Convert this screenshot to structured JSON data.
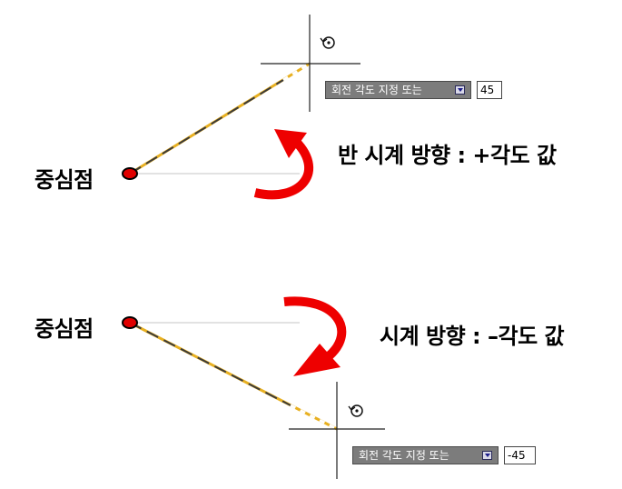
{
  "top": {
    "center_label": "중심점",
    "direction_label": "반 시계 방향 : +각도 값",
    "prompt_text": "회전 각도 지정 또는",
    "value": "45"
  },
  "bottom": {
    "center_label": "중심점",
    "direction_label": "시계 방향 : –각도 값",
    "prompt_text": "회전 각도 지정 또는",
    "value": "-45"
  },
  "colors": {
    "center_point_fill": "#e00000",
    "arrow_red": "#ee0000",
    "rubber_band_dark": "#333333",
    "rubber_band_gold": "#e8b020",
    "reference_line": "#d8d8d8",
    "crosshair": "#222222",
    "prompt_bg": "#7c7c7c"
  },
  "icons": [
    "rotate-cursor-icon",
    "dropdown-icon"
  ]
}
